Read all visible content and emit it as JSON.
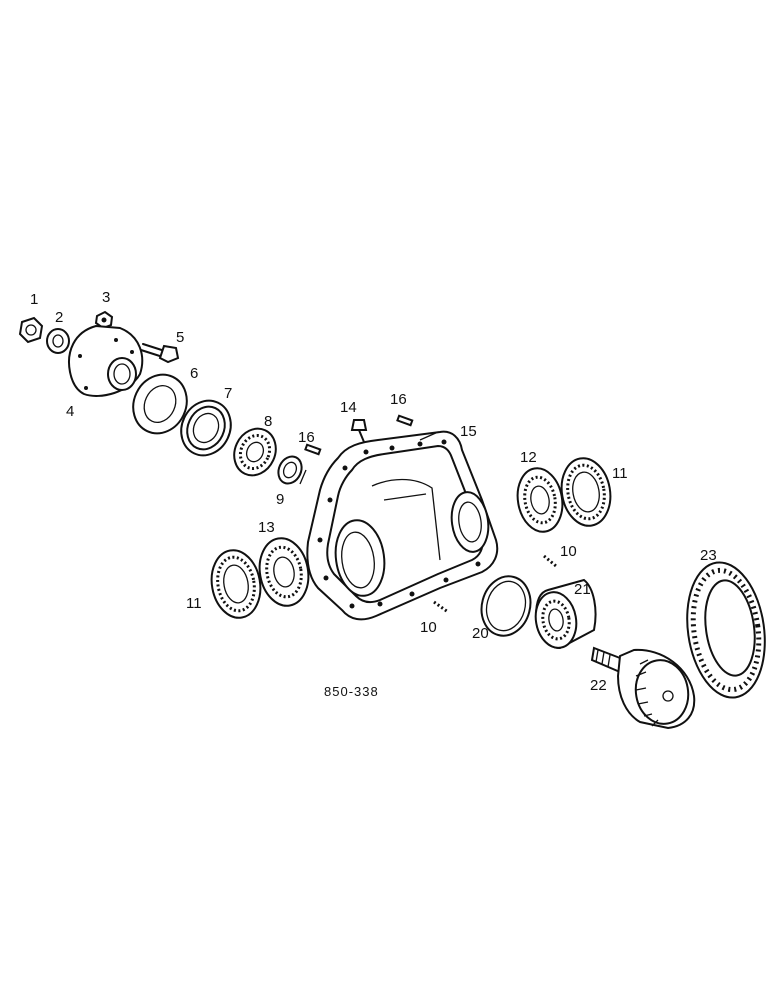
{
  "callouts": {
    "c1": "1",
    "c2": "2",
    "c3": "3",
    "c4": "4",
    "c5": "5",
    "c6": "6",
    "c7": "7",
    "c8": "8",
    "c9": "9",
    "c10a": "10",
    "c10b": "10",
    "c11a": "11",
    "c11b": "11",
    "c12": "12",
    "c13": "13",
    "c14": "14",
    "c15": "15",
    "c16a": "16",
    "c16b": "16",
    "c20": "20",
    "c21": "21",
    "c22": "22",
    "c23": "23"
  },
  "figure_code": "850-338"
}
